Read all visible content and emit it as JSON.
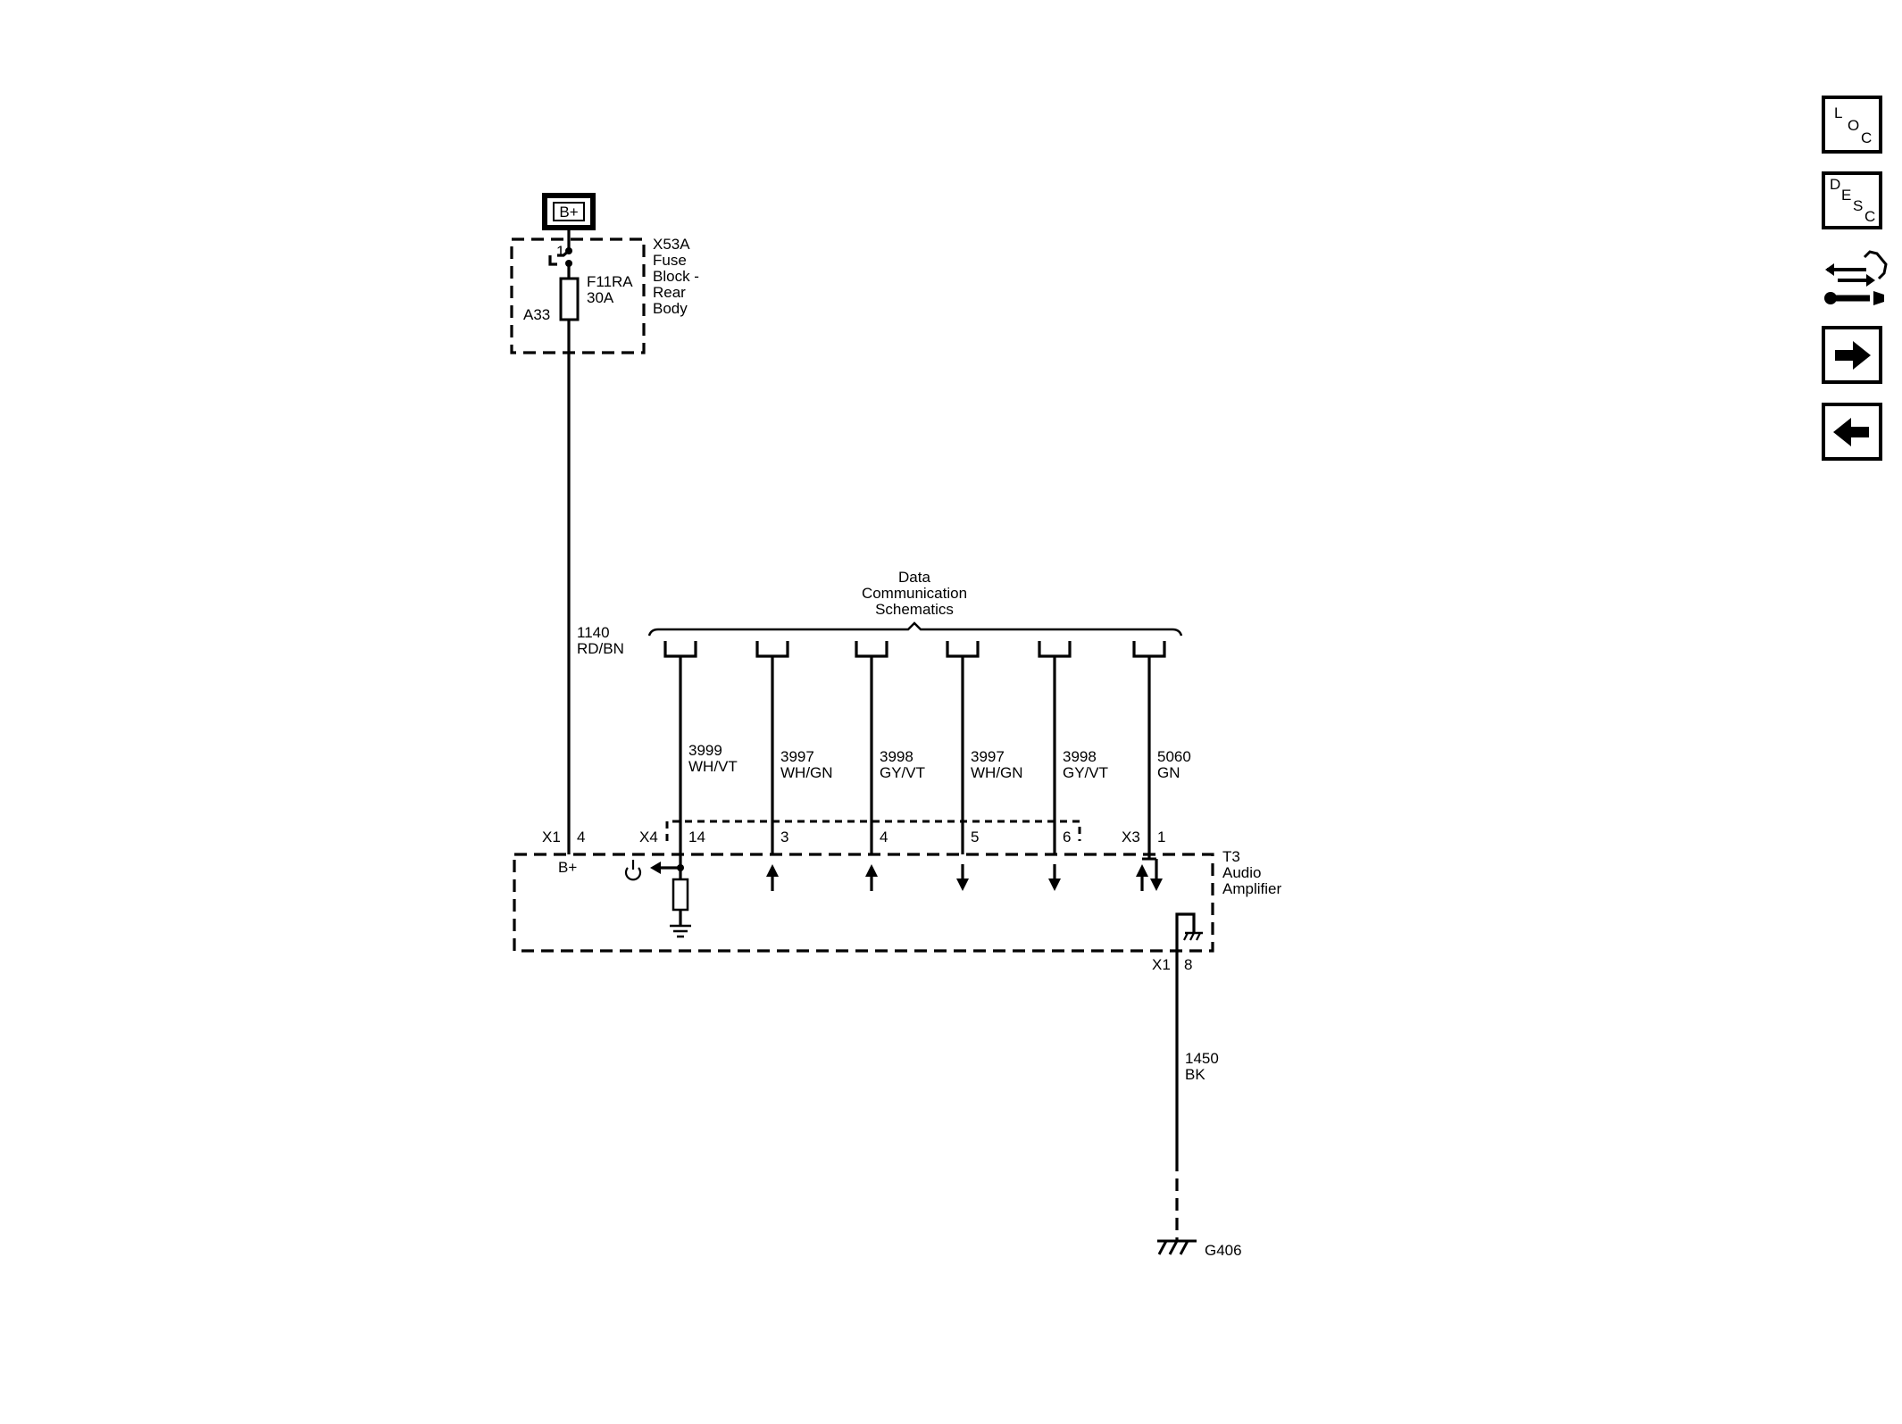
{
  "power_source": {
    "label": "B+"
  },
  "fuse_block": {
    "ref": "X53A",
    "name_lines": [
      "Fuse",
      "Block -",
      "Rear",
      "Body"
    ],
    "fuse_id": "F11RA",
    "fuse_rating": "30A",
    "terminal_in": "1",
    "terminal_out": "A33"
  },
  "feed_wire": {
    "circuit": "1140",
    "color": "RD/BN"
  },
  "data_comm": {
    "title_lines": [
      "Data",
      "Communication",
      "Schematics"
    ]
  },
  "signal_wires": [
    {
      "circuit": "3999",
      "color": "WH/VT",
      "pin": "14"
    },
    {
      "circuit": "3997",
      "color": "WH/GN",
      "pin": "3"
    },
    {
      "circuit": "3998",
      "color": "GY/VT",
      "pin": "4"
    },
    {
      "circuit": "3997",
      "color": "WH/GN",
      "pin": "5"
    },
    {
      "circuit": "3998",
      "color": "GY/VT",
      "pin": "6"
    },
    {
      "circuit": "5060",
      "color": "GN",
      "pin": "1"
    }
  ],
  "amplifier": {
    "ref": "T3",
    "name_lines": [
      "Audio",
      "Amplifier"
    ],
    "b_plus_label": "B+",
    "connectors": {
      "x1_feed": {
        "connector": "X1",
        "pin": "4"
      },
      "x4": {
        "connector": "X4"
      },
      "x3": {
        "connector": "X3"
      },
      "x1_ground": {
        "connector": "X1",
        "pin": "8"
      }
    }
  },
  "ground_wire": {
    "circuit": "1450",
    "color": "BK"
  },
  "ground_point": {
    "label": "G406"
  },
  "nav_buttons": [
    {
      "name": "loc-button",
      "letters": [
        "L",
        "O",
        "C"
      ]
    },
    {
      "name": "desc-button",
      "letters": [
        "D",
        "E",
        "S",
        "C"
      ]
    },
    {
      "name": "connector-repair-button",
      "icon": "connector-wrench-icon"
    },
    {
      "name": "next-page-button",
      "icon": "arrow-right-icon"
    },
    {
      "name": "previous-page-button",
      "icon": "arrow-left-icon"
    }
  ]
}
